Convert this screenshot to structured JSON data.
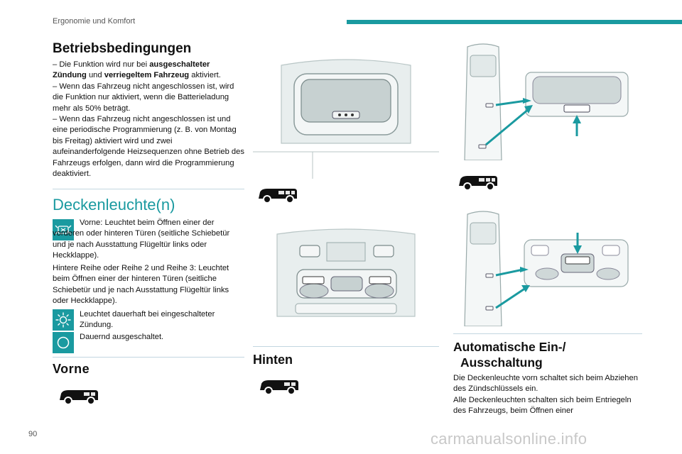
{
  "header": {
    "section": "Ergonomie und Komfort",
    "page_number": "90"
  },
  "watermark": "carmanualsonline.info",
  "betrieb": {
    "title": "Betriebsbedingungen",
    "items": [
      {
        "dash": "–",
        "pre": "Die Funktion wird nur bei ",
        "b1": "ausgeschalteter",
        "b1b": "Zündung",
        "mid": " und ",
        "b2": "verriegeltem Fahrzeug",
        "post": " aktiviert."
      },
      {
        "text": "– Wenn das Fahrzeug nicht angeschlossen ist, wird die Funktion nur aktiviert, wenn die Batterieladung mehr als 50% beträgt."
      },
      {
        "text": "– Wenn das Fahrzeug nicht angeschlossen ist und eine periodische Programmierung (z. B. von Montag bis Freitag) aktiviert wird und zwei aufeinanderfolgende Heizsequenzen ohne Betrieb des Fahrzeugs erfolgen, dann wird die Programmierung deaktiviert."
      }
    ]
  },
  "decke": {
    "title": "Deckenleuchte(n)",
    "door_text": "Vorne: Leuchtet beim Öffnen einer der vorderen oder hinteren Türen (seitliche Schiebetür und je nach Ausstattung Flügeltür links oder Heckklappe).",
    "rear_text": "Hintere Reihe oder Reihe 2 und Reihe 3: Leuchtet beim Öffnen einer der hinteren Türen (seitliche Schiebetür und je nach Ausstattung Flügeltür links oder Heckklappe).",
    "on_text": "Leuchtet dauerhaft bei eingeschalteter Zündung.",
    "off_text": "Dauernd ausgeschaltet."
  },
  "vorne": {
    "title": "Vorne"
  },
  "hinten": {
    "title": "Hinten"
  },
  "auto": {
    "title_line1": "Automatische Ein-/",
    "title_line2": "Ausschaltung",
    "text": "Die Deckenleuchte vorn schaltet sich beim Abziehen des Zündschlüssels ein.\nAlle Deckenleuchten schalten sich beim Entriegeln des Fahrzeugs, beim Öffnen einer"
  },
  "colors": {
    "accent": "#1a9aa0",
    "text": "#111111"
  },
  "icons": [
    "door-lamp-icon",
    "sun-icon",
    "circle-off-icon",
    "van-icon",
    "roof-lamp-illustration",
    "vehicle-top-view-illustration"
  ]
}
